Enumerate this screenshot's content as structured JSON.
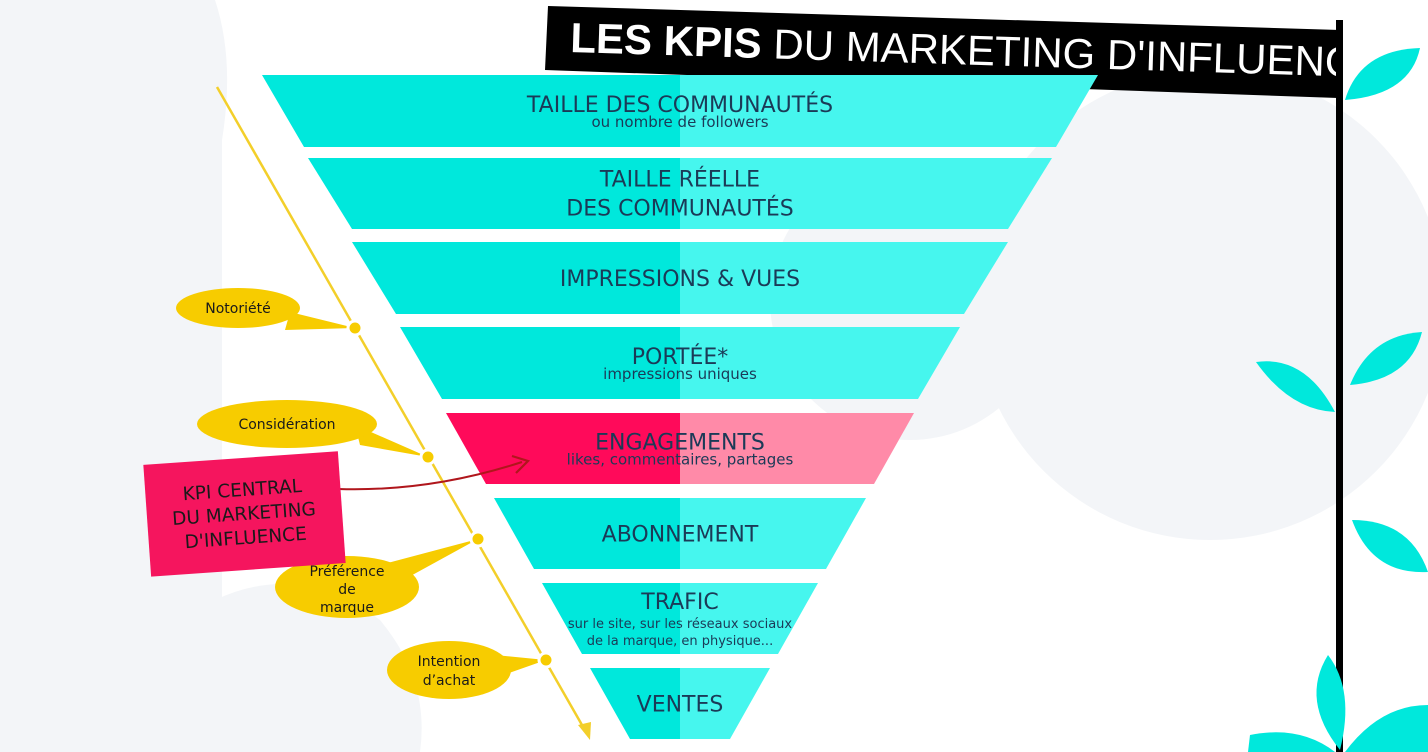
{
  "title": {
    "bold": "LES KPIS",
    "rest": " DU MARKETING D'INFLUENCE"
  },
  "funnel": [
    {
      "title": "TAILLE DES COMMUNAUTÉS",
      "subtitle": "ou nombre de followers"
    },
    {
      "title": "TAILLE RÉELLE",
      "title2": "DES COMMUNAUTÉS"
    },
    {
      "title": "IMPRESSIONS & VUES"
    },
    {
      "title": "PORTÉE*",
      "subtitle": "impressions uniques"
    },
    {
      "title": "ENGAGEMENTS",
      "subtitle": "likes, commentaires, partages",
      "highlight": true
    },
    {
      "title": "ABONNEMENT"
    },
    {
      "title": "TRAFIC",
      "subtitle": "sur le site, sur les réseaux sociaux",
      "subtitle2": "de la marque, en physique..."
    },
    {
      "title": "VENTES"
    }
  ],
  "stages": [
    {
      "line1": "Notoriété"
    },
    {
      "line1": "Considération"
    },
    {
      "line1": "Préférence",
      "line2": "de",
      "line3": "marque"
    },
    {
      "line1": "Intention",
      "line2": "d’achat"
    }
  ],
  "central_kpi": {
    "line1": "KPI CENTRAL",
    "line2": "DU MARKETING",
    "line3": "D'INFLUENCE"
  },
  "colors": {
    "funnel_left": "#00e8dc",
    "funnel_right": "#46f6ee",
    "highlight_left": "#ff0a5a",
    "highlight_right": "#ff8aa8",
    "label_text": "#1b3a57",
    "stage_bubble": "#f7cc00",
    "timeline": "#f3cf2a",
    "kpi_box": "#f5155e",
    "arrow": "#b0161c",
    "title_bg": "#000000",
    "leaf": "#00e8dc"
  }
}
